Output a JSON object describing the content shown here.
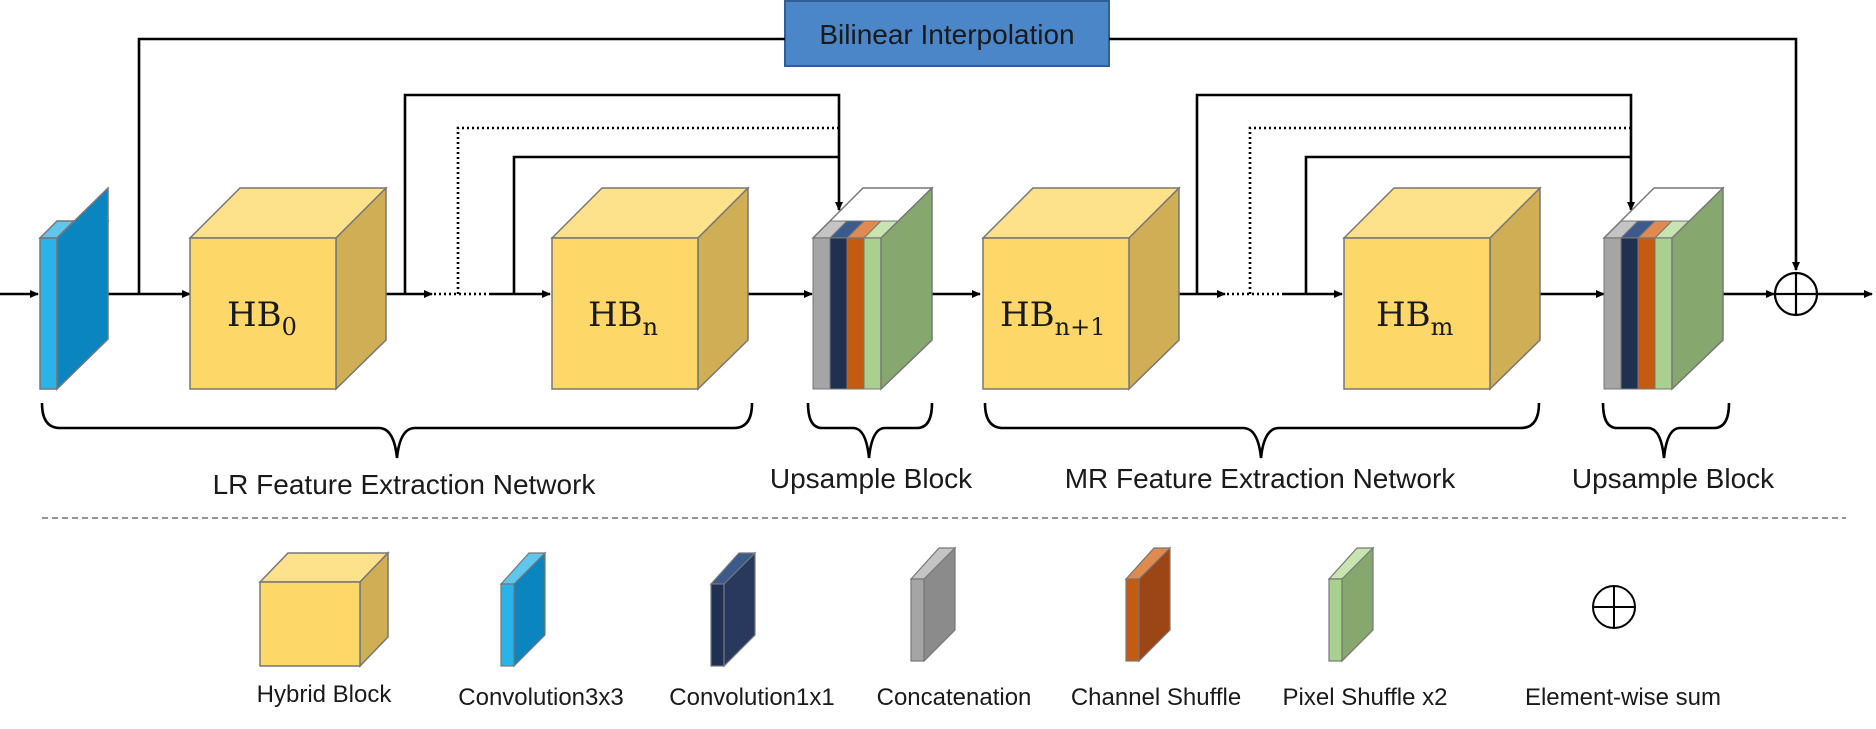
{
  "top_box": {
    "label": "Bilinear Interpolation"
  },
  "blocks": [
    {
      "base": "HB",
      "sub": "0"
    },
    {
      "base": "HB",
      "sub": "n"
    },
    {
      "base": "HB",
      "sub": "n+1"
    },
    {
      "base": "HB",
      "sub": "m"
    }
  ],
  "groups": [
    "LR Feature Extraction Network",
    "Upsample Block",
    "MR Feature Extraction Network",
    "Upsample Block"
  ],
  "legend": [
    {
      "icon": "hybrid-block-icon",
      "label": "Hybrid Block"
    },
    {
      "icon": "conv3x3-icon",
      "label": "Convolution3x3"
    },
    {
      "icon": "conv1x1-icon",
      "label": "Convolution1x1"
    },
    {
      "icon": "concatenation-icon",
      "label": "Concatenation"
    },
    {
      "icon": "channel-shuffle-icon",
      "label": "Channel Shuffle"
    },
    {
      "icon": "pixel-shuffle-icon",
      "label": "Pixel Shuffle x2"
    },
    {
      "icon": "element-wise-sum-icon",
      "label": "Element-wise sum"
    }
  ],
  "colors": {
    "hybrid_front": "#fdd868",
    "hybrid_top": "#fee28b",
    "hybrid_side": "#cfae55",
    "conv3x3_front": "#29b3e8",
    "conv3x3_side": "#0a85c0",
    "conv1x1_front": "#1f3050",
    "conv1x1_side": "#28395d",
    "concat_front": "#a5a5a5",
    "concat_side": "#8b8b8b",
    "shuffle_front": "#c55a11",
    "shuffle_side": "#9c4515",
    "pixel_front": "#a9d08e",
    "pixel_side": "#86a86f",
    "top_box_fill": "#4a86c8",
    "top_box_stroke": "#2f5f95"
  }
}
